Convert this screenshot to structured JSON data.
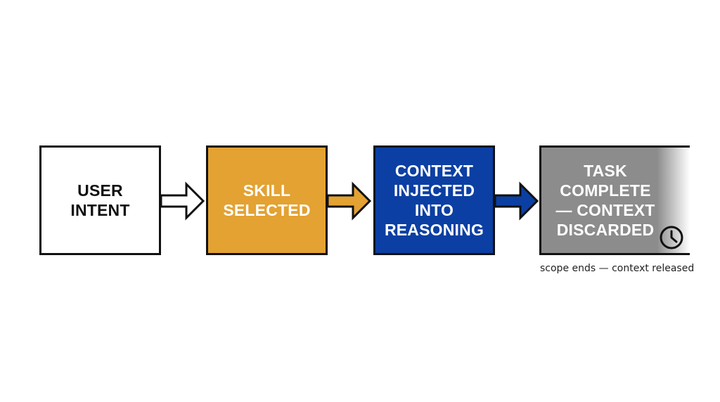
{
  "diagram": {
    "steps": [
      {
        "label": "USER\nINTENT",
        "fill": "#ffffff",
        "text_color": "#111111"
      },
      {
        "label": "SKILL\nSELECTED",
        "fill": "#e3a232",
        "text_color": "#ffffff"
      },
      {
        "label": "CONTEXT\nINJECTED\nINTO\nREASONING",
        "fill": "#0b3fa3",
        "text_color": "#ffffff"
      },
      {
        "label": "TASK\nCOMPLETE\n— CONTEXT\nDISCARDED",
        "fill": "#8c8c8c",
        "text_color": "#ffffff"
      }
    ],
    "arrows": [
      {
        "fill": "#ffffff"
      },
      {
        "fill": "#e3a232"
      },
      {
        "fill": "#0b3fa3"
      }
    ],
    "icon": "clock-icon",
    "caption": "scope ends — context released"
  }
}
